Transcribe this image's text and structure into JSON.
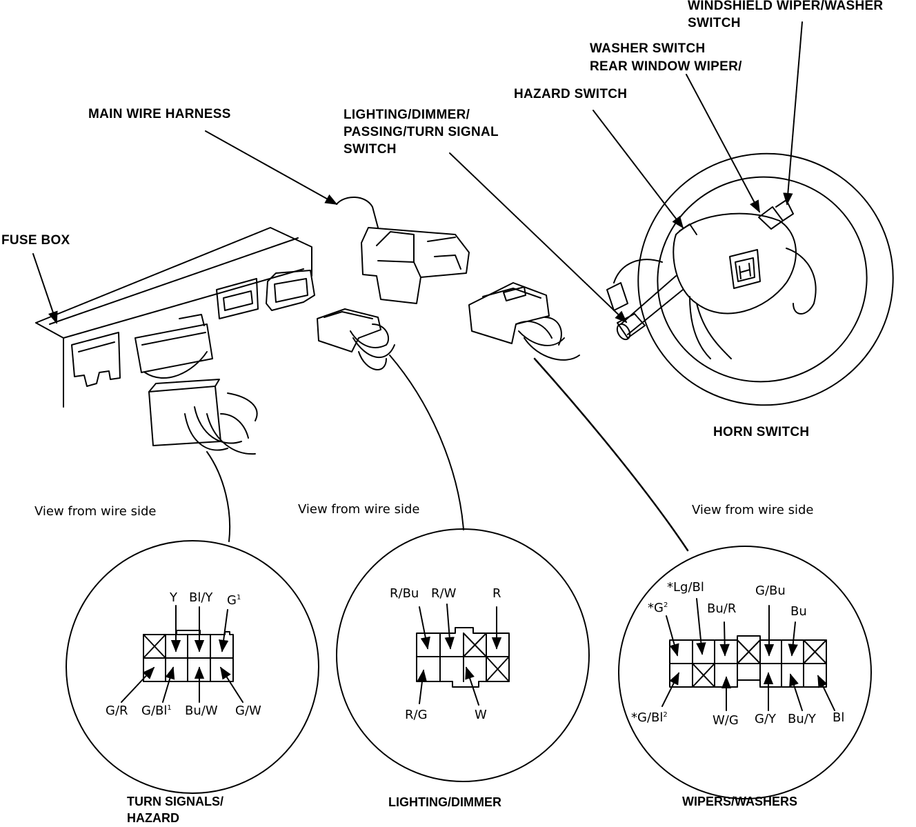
{
  "labels": {
    "windshield_wiper_l1": "WINDSHIELD WIPER/WASHER",
    "windshield_wiper_l2": "SWITCH",
    "washer_switch_l1": "WASHER SWITCH",
    "washer_switch_l2": "REAR WINDOW WIPER/",
    "hazard_switch": "HAZARD SWITCH",
    "main_wire_harness": "MAIN WIRE HARNESS",
    "lighting_l1": "LIGHTING/DIMMER/",
    "lighting_l2": "PASSING/TURN SIGNAL",
    "lighting_l3": "SWITCH",
    "fuse_box": "FUSE BOX",
    "horn_switch": "HORN SWITCH"
  },
  "view_note": "View from wire side",
  "connectors": {
    "turn": {
      "caption_l1": "TURN SIGNALS/",
      "caption_l2": "HAZARD",
      "top": [
        "Y",
        "Bl/Y",
        "G"
      ],
      "top_sup": [
        "",
        "",
        "1"
      ],
      "bottom": [
        "G/R",
        "G/Bl",
        "Bu/W",
        "G/W"
      ],
      "bottom_sup": [
        "",
        "1",
        "",
        ""
      ]
    },
    "lighting": {
      "caption": "LIGHTING/DIMMER",
      "top": [
        "R/Bu",
        "R/W",
        "R"
      ],
      "bottom": [
        "R/G",
        "W"
      ]
    },
    "wipers": {
      "caption": "WIPERS/WASHERS",
      "top": [
        "*Lg/Bl",
        "*G",
        "Bu/R",
        "G/Bu",
        "Bu"
      ],
      "top_sup": [
        "",
        "2",
        "",
        "",
        ""
      ],
      "bottom": [
        "*G/Bl",
        "W/G",
        "G/Y",
        "Bu/Y",
        "Bl"
      ],
      "bottom_sup": [
        "2",
        "",
        "",
        "",
        ""
      ]
    }
  }
}
